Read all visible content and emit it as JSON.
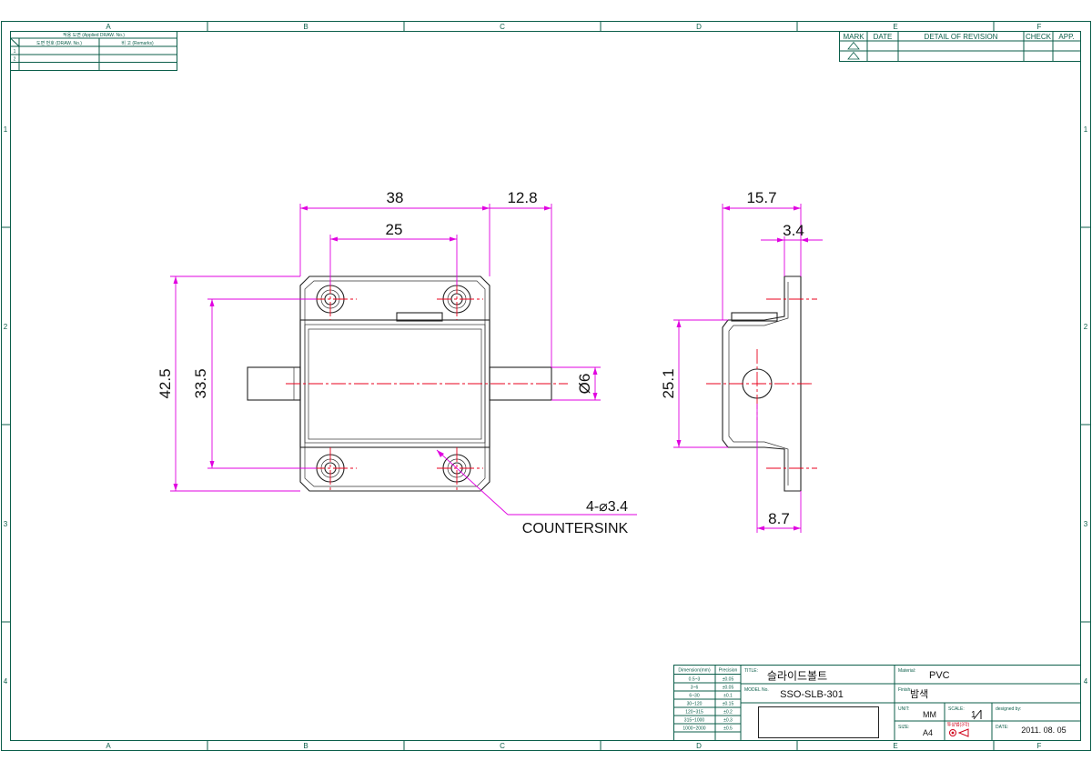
{
  "zones": {
    "columns": [
      "A",
      "B",
      "C",
      "D",
      "E",
      "F"
    ],
    "rows": [
      "1",
      "2",
      "3",
      "4"
    ]
  },
  "applied_drawing_table": {
    "title": "적용 도면 (Applied DRAW. No.)",
    "col_drawing_no": "도면 번호 (DRAW. No.)",
    "col_remarks": "비 고 (Remarks)",
    "row_numbers": [
      "1",
      "2"
    ]
  },
  "revision_table": {
    "mark": "MARK",
    "date": "DATE",
    "detail": "DETAIL OF REVISION",
    "check": "CHECK",
    "approved": "APP."
  },
  "dimensions": {
    "width_outer": "38",
    "hole_pitch_x": "25",
    "bolt_extension": "12.8",
    "height_outer": "42.5",
    "hole_pitch_y": "33.5",
    "bolt_dia": "Ø6",
    "side_depth": "15.7",
    "flange_thickness": "3.4",
    "side_height": "25.1",
    "flange_to_hole": "8.7"
  },
  "callout": {
    "holes": "4-⌀3.4",
    "type": "COUNTERSINK"
  },
  "tolerance_table": {
    "header_dim": "Dimension(mm)",
    "header_precision": "Precision",
    "rows": [
      {
        "range": "0.5~3",
        "tol": "±0.05"
      },
      {
        "range": "3~6",
        "tol": "±0.05"
      },
      {
        "range": "6~30",
        "tol": "±0.1"
      },
      {
        "range": "30~120",
        "tol": "±0.15"
      },
      {
        "range": "120~315",
        "tol": "±0.2"
      },
      {
        "range": "315~1000",
        "tol": "±0.3"
      },
      {
        "range": "1000~2000",
        "tol": "±0.5"
      }
    ]
  },
  "title_block": {
    "title_label": "TITLE:",
    "title": "슬라이드볼트",
    "model_label": "MODEL No.",
    "model": "SSO-SLB-301",
    "material_label": "Material:",
    "material": "PVC",
    "finish_label": "Finish:",
    "finish": "밤색",
    "unit_label": "UNIT:",
    "unit": "MM",
    "scale_label": "SCALE:",
    "scale": "1",
    "designed_label": "designed by:",
    "size_label": "SIZE:",
    "size": "A4",
    "projection_label": "투상법(3각)",
    "date_label": "DATE:",
    "date": "2011. 08. 05"
  },
  "colors": {
    "frame": "#0b5e4a",
    "dimension": "#e000e0",
    "centerline": "#e8001c",
    "part": "#222222"
  }
}
